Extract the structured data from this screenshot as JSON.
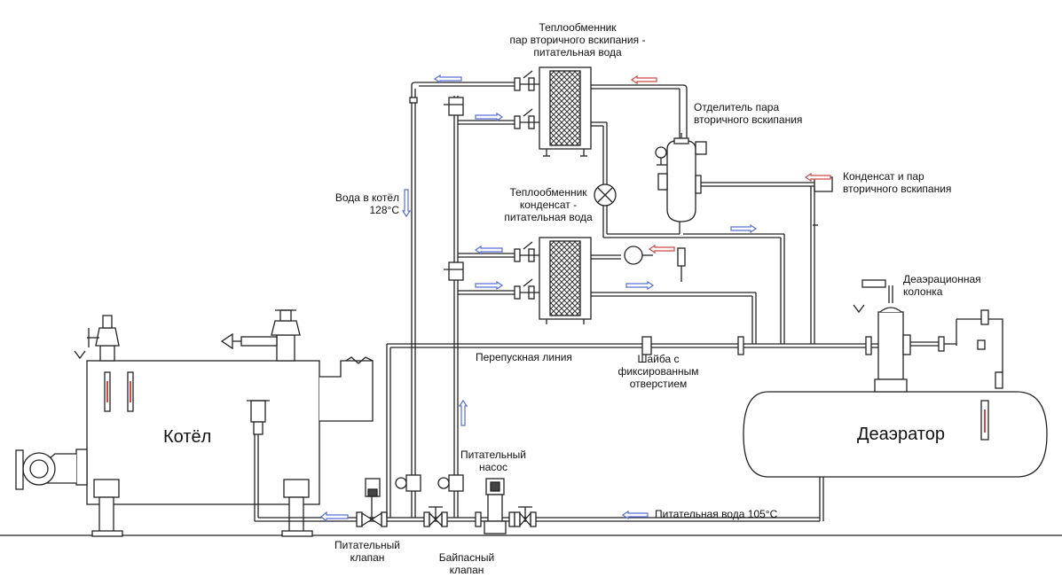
{
  "labels": {
    "hx1_line1": "Теплообменник",
    "hx1_line2": "пар вторичного вскипания -",
    "hx1_line3": "питательная вода",
    "separator_line1": "Отделитель пара",
    "separator_line2": "вторичного вскипания",
    "condensate_line1": "Конденсат и пар",
    "condensate_line2": "вторичного вскипания",
    "water_to_boiler_line1": "Вода в котёл",
    "water_to_boiler_line2": "128°С",
    "hx2_line1": "Теплообменник",
    "hx2_line2": "конденсат -",
    "hx2_line3": "питательная вода",
    "deaeration_line1": "Деаэрационная",
    "deaeration_line2": "колонка",
    "bypass_line": "Перепускная линия",
    "washer_line1": "Шайба с",
    "washer_line2": "фиксированным",
    "washer_line3": "отверстием",
    "boiler": "Котёл",
    "deaerator": "Деаэратор",
    "pump_line1": "Питательный",
    "pump_line2": "насос",
    "feed_water": "Питательная вода 105°С",
    "feed_valve_line1": "Питательный",
    "feed_valve_line2": "клапан",
    "bypass_valve_line1": "Байпасный",
    "bypass_valve_line2": "клапан"
  },
  "colors": {
    "line": "#222222",
    "arrow_blue": "#5a6fd6",
    "arrow_red": "#d04848",
    "hx_dark": "#333333"
  }
}
